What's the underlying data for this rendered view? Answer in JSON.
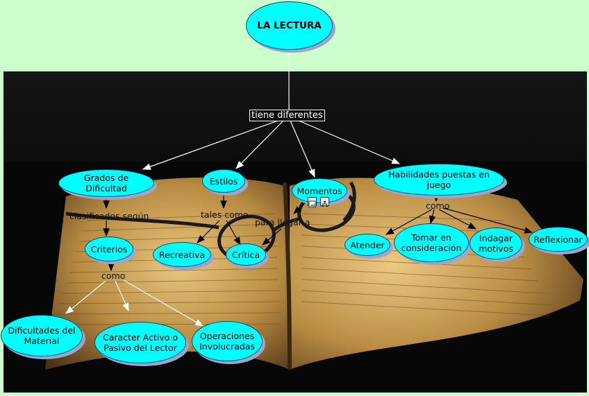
{
  "map": {
    "root": "LA LECTURA",
    "root_link": "tiene diferentes",
    "concepts": {
      "grados": "Grados de Dificultad",
      "estilos": "Estilos",
      "momentos": "Momentos",
      "habilidades": "Habilidades puestas en juego",
      "criterios": "Criterios",
      "recreativa": "Recreativa",
      "critica": "Crítica",
      "atender": "Atender",
      "tomar": "Tomar en consideración",
      "indagar": "Indagar motivos",
      "reflexionar": "Reflexionar",
      "dificultades": "Dificultades del Material",
      "caracter": "Caracter Activo o Pasivo del Lector",
      "operaciones": "Operaciones Involucradas"
    },
    "links": {
      "clasificados": "clasificados según",
      "tales_como": "tales como",
      "para_llegar": "para llegar a",
      "como_habilidades": "como",
      "como_criterios": "como"
    },
    "icons": [
      "image-icon",
      "concept-map-icon"
    ]
  },
  "colors": {
    "page_bg": "#ccffcc",
    "concept_fill": "#00ffff",
    "concept_shadow": "#9aa6cc"
  }
}
